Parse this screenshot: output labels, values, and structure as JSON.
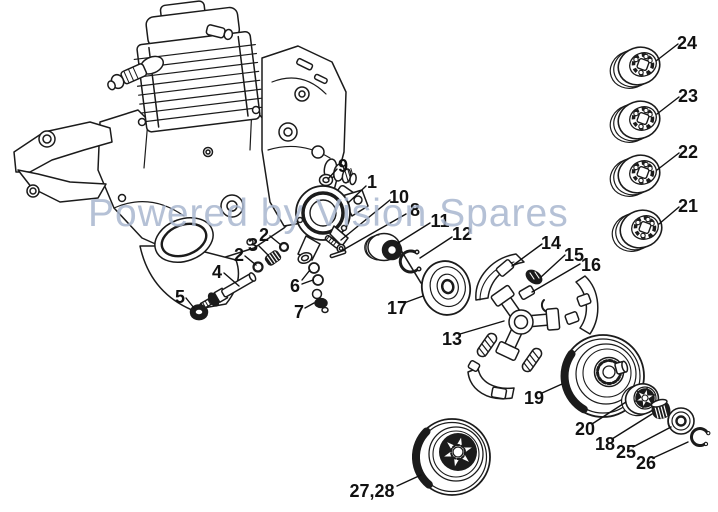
{
  "watermark": {
    "text": "Powered by Vision Spares",
    "color": "#a9b7cf"
  },
  "diagram": {
    "colors": {
      "line": "#1b1b1b",
      "background": "#ffffff"
    },
    "labels": [
      {
        "text": "9"
      },
      {
        "text": "1"
      },
      {
        "text": "10"
      },
      {
        "text": "8"
      },
      {
        "text": "11"
      },
      {
        "text": "12"
      },
      {
        "text": "2"
      },
      {
        "text": "3"
      },
      {
        "text": "2"
      },
      {
        "text": "4"
      },
      {
        "text": "5"
      },
      {
        "text": "6"
      },
      {
        "text": "7"
      },
      {
        "text": "17"
      },
      {
        "text": "13"
      },
      {
        "text": "14"
      },
      {
        "text": "15"
      },
      {
        "text": "16"
      },
      {
        "text": "19"
      },
      {
        "text": "20"
      },
      {
        "text": "18"
      },
      {
        "text": "25"
      },
      {
        "text": "26"
      },
      {
        "text": "21"
      },
      {
        "text": "22"
      },
      {
        "text": "23"
      },
      {
        "text": "24"
      },
      {
        "text": "27,28"
      }
    ]
  }
}
